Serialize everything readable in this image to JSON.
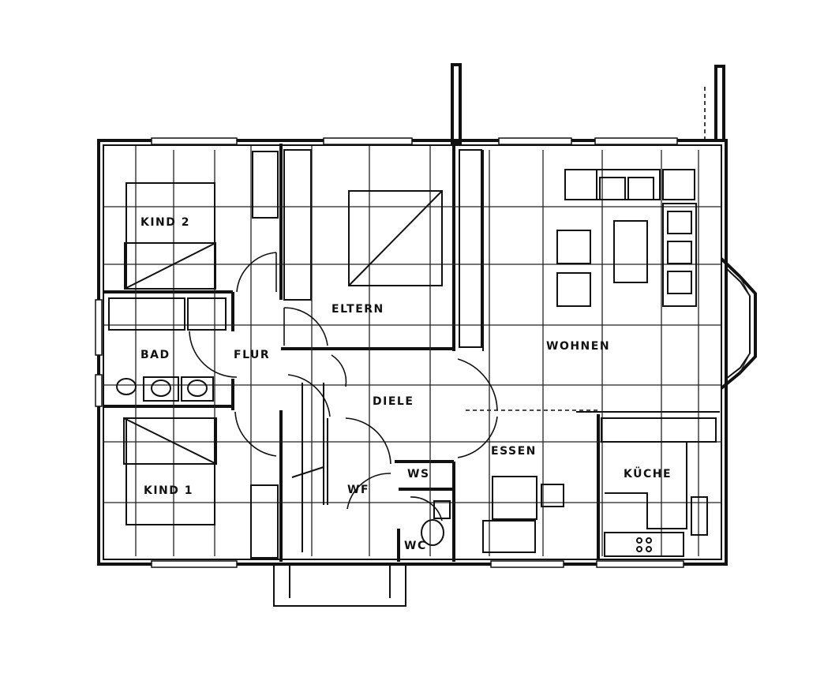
{
  "plan": {
    "rooms": {
      "kind2": "KIND 2",
      "eltern": "ELTERN",
      "bad": "BAD",
      "flur": "FLUR",
      "wohnen": "WOHNEN",
      "diele": "DIELE",
      "kind1": "KIND 1",
      "essen": "ESSEN",
      "kueche": "KÜCHE",
      "ws": "WS",
      "wf": "WF",
      "wc": "WC"
    }
  }
}
